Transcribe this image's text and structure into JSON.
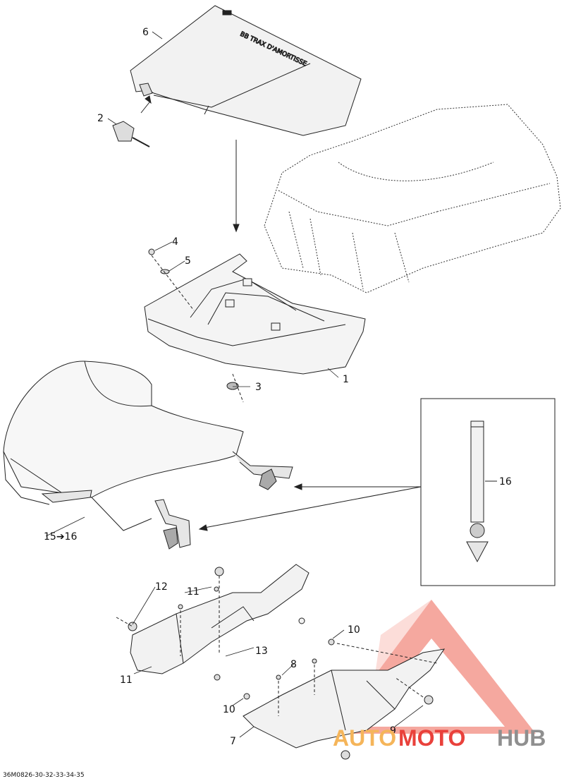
{
  "diagram": {
    "reference_code": "36M0826-30-32-33-34-35",
    "callouts": [
      {
        "id": "c1",
        "label": "1"
      },
      {
        "id": "c2",
        "label": "2"
      },
      {
        "id": "c3",
        "label": "3"
      },
      {
        "id": "c4",
        "label": "4"
      },
      {
        "id": "c5",
        "label": "5"
      },
      {
        "id": "c6",
        "label": "6"
      },
      {
        "id": "c7",
        "label": "7"
      },
      {
        "id": "c8",
        "label": "8"
      },
      {
        "id": "c9",
        "label": "9"
      },
      {
        "id": "c10a",
        "label": "10"
      },
      {
        "id": "c10b",
        "label": "10"
      },
      {
        "id": "c11",
        "label": "11"
      },
      {
        "id": "c12",
        "label": "12"
      },
      {
        "id": "c13",
        "label": "13"
      },
      {
        "id": "c14",
        "label": "14"
      },
      {
        "id": "c15",
        "label": "15➔16"
      },
      {
        "id": "c16",
        "label": "16"
      }
    ]
  },
  "watermark": {
    "part1": "AUTO",
    "part2": "MOTO",
    "part3": "HUB",
    "colors": {
      "triangle": "#f28b80",
      "auto": "#f5b55a",
      "moto": "#e9413b",
      "hub": "#8f8f8f"
    }
  }
}
